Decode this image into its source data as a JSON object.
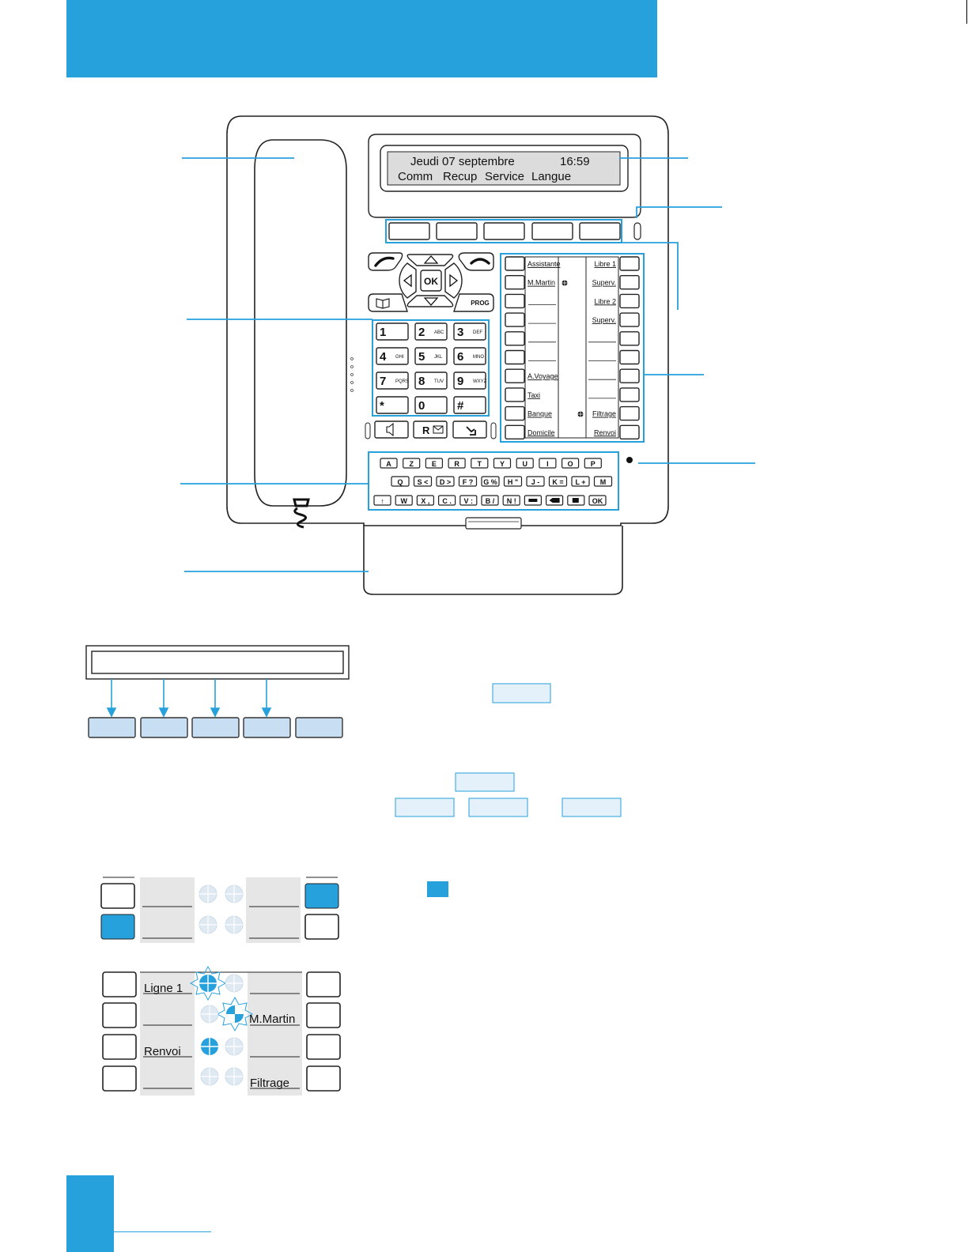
{
  "display": {
    "date": "Jeudi 07 septembre",
    "time": "16:59",
    "menu": [
      "Comm",
      "Recup",
      "Service",
      "Langue"
    ]
  },
  "nav": {
    "ok": "OK",
    "prog": "PROG"
  },
  "keypad": [
    {
      "d": "1",
      "l": ""
    },
    {
      "d": "2",
      "l": "ABC"
    },
    {
      "d": "3",
      "l": "DEF"
    },
    {
      "d": "4",
      "l": "GHI"
    },
    {
      "d": "5",
      "l": "JKL"
    },
    {
      "d": "6",
      "l": "MNO"
    },
    {
      "d": "7",
      "l": "PQRS"
    },
    {
      "d": "8",
      "l": "TUV"
    },
    {
      "d": "9",
      "l": "WXYZ"
    },
    {
      "d": "*",
      "l": ""
    },
    {
      "d": "0",
      "l": ""
    },
    {
      "d": "#",
      "l": ""
    }
  ],
  "function_keys": {
    "redial": "R"
  },
  "programmable_keys": {
    "left": [
      "Assistante",
      "M.Martin",
      "",
      "",
      "",
      "",
      "A.Voyage",
      "Taxi",
      "Banque",
      "Domicile"
    ],
    "right": [
      "Libre 1",
      "Superv.",
      "Libre 2",
      "Superv.",
      "",
      "",
      "",
      "",
      "Filtrage",
      "Renvoi"
    ]
  },
  "keyboard": {
    "row1": [
      "A",
      "Z",
      "E",
      "R",
      "T",
      "Y",
      "U",
      "I",
      "O",
      "P"
    ],
    "row2": [
      "Q",
      "S <",
      "D >",
      "F ?",
      "G %",
      "H \"",
      "J -",
      "K =",
      "L +",
      "M"
    ],
    "row3": [
      "↑",
      "W",
      "X ,",
      "C .",
      "V :",
      "B /",
      "N !",
      "",
      "",
      "",
      "OK"
    ]
  },
  "example_keys": {
    "labels_left": [
      "Ligne 1",
      "",
      "Renvoi",
      ""
    ],
    "labels_right": [
      "",
      "M.Martin",
      "",
      "Filtrage"
    ]
  },
  "colors": {
    "accent": "#27a1dc",
    "softkey_fill": "#c8dff3",
    "chip_fill": "#e4f0fa",
    "panel_grey": "#e6e6e6"
  }
}
